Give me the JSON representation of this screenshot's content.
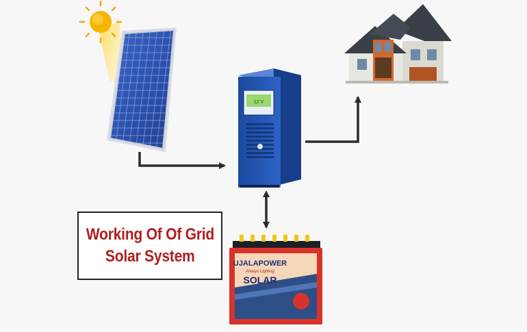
{
  "diagram": {
    "title_line1": "Working Of Of Grid",
    "title_line2": "Solar System",
    "inverter_screen_text": "12 V",
    "battery": {
      "brand": "UJALAPOWER",
      "tagline": "Always Lighting",
      "product": "SOLAR"
    },
    "colors": {
      "title": "#b01f1f",
      "inverter": "#1f4fa8",
      "battery": "#d8332b",
      "arrow": "#2b2b2b",
      "sun": "#f5a800"
    },
    "icons": [
      "sun-icon",
      "solar-panel",
      "inverter",
      "battery",
      "house"
    ]
  }
}
